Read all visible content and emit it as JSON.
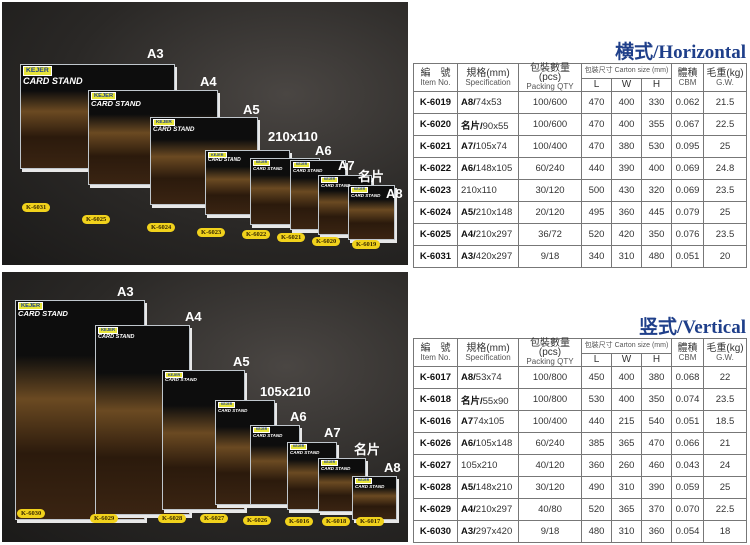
{
  "brand": {
    "logo": "KEJER",
    "product": "CARD STAND"
  },
  "horizontal": {
    "title": "横式/Horizontal",
    "cards": [
      {
        "size": "A3",
        "code": "K-6031"
      },
      {
        "size": "A4",
        "code": "K-6025"
      },
      {
        "size": "A5",
        "code": "K-6024"
      },
      {
        "size": "210x110",
        "code": "K-6023"
      },
      {
        "size": "A6",
        "code": "K-6022"
      },
      {
        "size": "A7",
        "code": "K-6021"
      },
      {
        "size": "名片",
        "code": "K-6020"
      },
      {
        "size": "A8",
        "code": "K-6019"
      }
    ],
    "rows": [
      [
        "K-6019",
        "A8/",
        "74x53",
        "100/600",
        "470",
        "400",
        "330",
        "0.062",
        "21.5"
      ],
      [
        "K-6020",
        "名片/",
        "90x55",
        "100/600",
        "470",
        "400",
        "355",
        "0.067",
        "22.5"
      ],
      [
        "K-6021",
        "A7/",
        "105x74",
        "100/400",
        "470",
        "380",
        "530",
        "0.095",
        "25"
      ],
      [
        "K-6022",
        "A6/",
        "148x105",
        "60/240",
        "440",
        "390",
        "400",
        "0.069",
        "24.8"
      ],
      [
        "K-6023",
        "",
        "210x110",
        "30/120",
        "500",
        "430",
        "320",
        "0.069",
        "23.5"
      ],
      [
        "K-6024",
        "A5/",
        "210x148",
        "20/120",
        "495",
        "360",
        "445",
        "0.079",
        "25"
      ],
      [
        "K-6025",
        "A4/",
        "210x297",
        "36/72",
        "520",
        "420",
        "350",
        "0.076",
        "23.5"
      ],
      [
        "K-6031",
        "A3/",
        "420x297",
        "9/18",
        "340",
        "310",
        "480",
        "0.051",
        "20"
      ]
    ]
  },
  "vertical": {
    "title": "竖式/Vertical",
    "cards": [
      {
        "size": "A3",
        "code": "K-6030"
      },
      {
        "size": "A4",
        "code": "K-6029"
      },
      {
        "size": "A5",
        "code": "K-6028"
      },
      {
        "size": "105x210",
        "code": "K-6027"
      },
      {
        "size": "A6",
        "code": "K-6026"
      },
      {
        "size": "A7",
        "code": "K-6016"
      },
      {
        "size": "名片",
        "code": "K-6018"
      },
      {
        "size": "A8",
        "code": "K-6017"
      }
    ],
    "rows": [
      [
        "K-6017",
        "A8/",
        "53x74",
        "100/800",
        "450",
        "400",
        "380",
        "0.068",
        "22"
      ],
      [
        "K-6018",
        "名片/",
        "55x90",
        "100/800",
        "530",
        "400",
        "350",
        "0.074",
        "23.5"
      ],
      [
        "K-6016",
        "A7",
        "74x105",
        "100/400",
        "440",
        "215",
        "540",
        "0.051",
        "18.5"
      ],
      [
        "K-6026",
        "A6/",
        "105x148",
        "60/240",
        "385",
        "365",
        "470",
        "0.066",
        "21"
      ],
      [
        "K-6027",
        "",
        "105x210",
        "40/120",
        "360",
        "260",
        "460",
        "0.043",
        "24"
      ],
      [
        "K-6028",
        "A5/",
        "148x210",
        "30/120",
        "490",
        "310",
        "390",
        "0.059",
        "25"
      ],
      [
        "K-6029",
        "A4/",
        "210x297",
        "40/80",
        "520",
        "365",
        "370",
        "0.070",
        "22.5"
      ],
      [
        "K-6030",
        "A3/",
        "297x420",
        "9/18",
        "480",
        "310",
        "360",
        "0.054",
        "18"
      ]
    ]
  },
  "headers": {
    "item_cn": "編　號",
    "item_en": "Item No.",
    "spec_cn": "規格(mm)",
    "spec_en": "Specification",
    "pack_cn": "包裝數量(pcs)",
    "pack_en": "Packing QTY",
    "carton": "包裝尺寸 Carton size (mm)",
    "l": "L",
    "w": "W",
    "h": "H",
    "cbm_cn": "體積",
    "cbm_en": "CBM",
    "gw_cn": "毛重(kg)",
    "gw_en": "G.W."
  }
}
